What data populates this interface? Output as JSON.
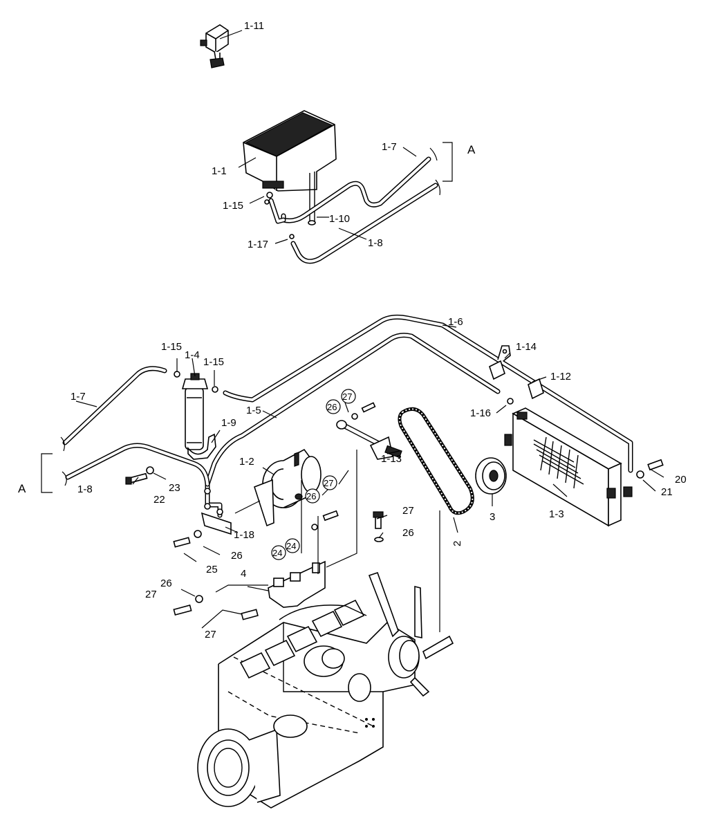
{
  "callouts": [
    {
      "id": "c-1-11",
      "text": "1-11"
    },
    {
      "id": "c-1-7-top",
      "text": "1-7"
    },
    {
      "id": "c-A-top",
      "text": "A"
    },
    {
      "id": "c-1-1",
      "text": "1-1"
    },
    {
      "id": "c-1-15-top",
      "text": "1-15"
    },
    {
      "id": "c-1-10",
      "text": "1-10"
    },
    {
      "id": "c-1-17",
      "text": "1-17"
    },
    {
      "id": "c-1-8-top",
      "text": "1-8"
    },
    {
      "id": "c-1-6",
      "text": "1-6"
    },
    {
      "id": "c-1-15-a",
      "text": "1-15"
    },
    {
      "id": "c-1-4",
      "text": "1-4"
    },
    {
      "id": "c-1-15-b",
      "text": "1-15"
    },
    {
      "id": "c-1-14",
      "text": "1-14"
    },
    {
      "id": "c-1-12",
      "text": "1-12"
    },
    {
      "id": "c-1-7-bot",
      "text": "1-7"
    },
    {
      "id": "c-27-a",
      "text": "27"
    },
    {
      "id": "c-26-a",
      "text": "26"
    },
    {
      "id": "c-1-5",
      "text": "1-5"
    },
    {
      "id": "c-1-16",
      "text": "1-16"
    },
    {
      "id": "c-1-9",
      "text": "1-9"
    },
    {
      "id": "c-1-2",
      "text": "1-2"
    },
    {
      "id": "c-1-13",
      "text": "1-13"
    },
    {
      "id": "c-A-bot",
      "text": "A"
    },
    {
      "id": "c-1-8-bot",
      "text": "1-8"
    },
    {
      "id": "c-22",
      "text": "22"
    },
    {
      "id": "c-23",
      "text": "23"
    },
    {
      "id": "c-27-b",
      "text": "27"
    },
    {
      "id": "c-26-b",
      "text": "26"
    },
    {
      "id": "c-20",
      "text": "20"
    },
    {
      "id": "c-21",
      "text": "21"
    },
    {
      "id": "c-3",
      "text": "3"
    },
    {
      "id": "c-1-3",
      "text": "1-3"
    },
    {
      "id": "c-1-18",
      "text": "1-18"
    },
    {
      "id": "c-27-c",
      "text": "27"
    },
    {
      "id": "c-26-c",
      "text": "26"
    },
    {
      "id": "c-2",
      "text": "2"
    },
    {
      "id": "c-26-d",
      "text": "26"
    },
    {
      "id": "c-25",
      "text": "25"
    },
    {
      "id": "c-24-a",
      "text": "24"
    },
    {
      "id": "c-24-b",
      "text": "24"
    },
    {
      "id": "c-4",
      "text": "4"
    },
    {
      "id": "c-26-e",
      "text": "26"
    },
    {
      "id": "c-27-d",
      "text": "27"
    },
    {
      "id": "c-27-e",
      "text": "27"
    }
  ]
}
